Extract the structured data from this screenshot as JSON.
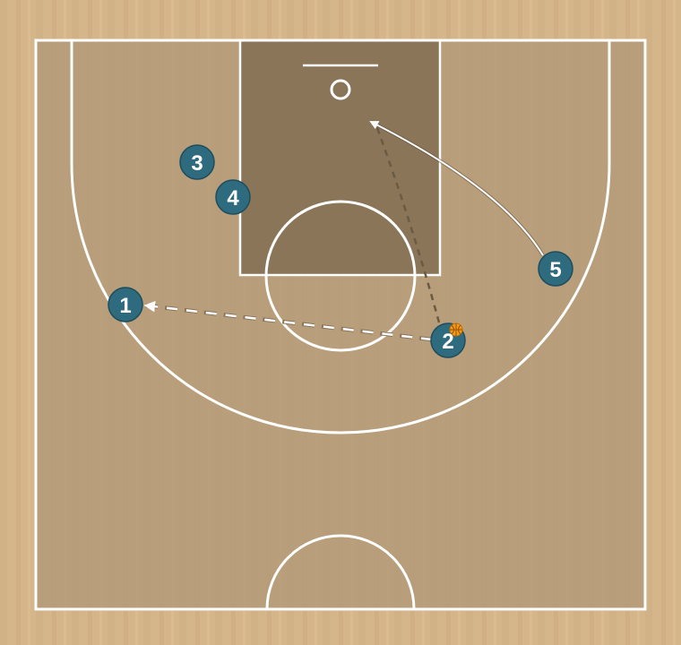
{
  "colors": {
    "wood_light": "#d5b68b",
    "wood_stripe": "#c9a87b",
    "court_fill": "#b39a78",
    "paint_fill": "#8a7559",
    "lines": "#ffffff",
    "player_fill": "#2f6b7e",
    "player_stroke": "#1f4d5b",
    "player_text": "#ffffff",
    "ball": "#f39a1c",
    "screen_path": "#6b5a43",
    "pass_path": "#ffffff",
    "cut_path": "#ffffff"
  },
  "players": [
    {
      "id": "player-1",
      "label": "1"
    },
    {
      "id": "player-2",
      "label": "2",
      "has_ball": true
    },
    {
      "id": "player-3",
      "label": "3"
    },
    {
      "id": "player-4",
      "label": "4"
    },
    {
      "id": "player-5",
      "label": "5"
    }
  ],
  "actions": [
    {
      "id": "pass-2-to-1",
      "kind": "pass",
      "from": "2",
      "to": "1"
    },
    {
      "id": "dribble-2",
      "kind": "dribble",
      "from": "2",
      "to": "basket"
    },
    {
      "id": "cut-5",
      "kind": "cut",
      "from": "5",
      "to": "basket"
    }
  ],
  "icons": {
    "ball": "basketball-icon"
  }
}
